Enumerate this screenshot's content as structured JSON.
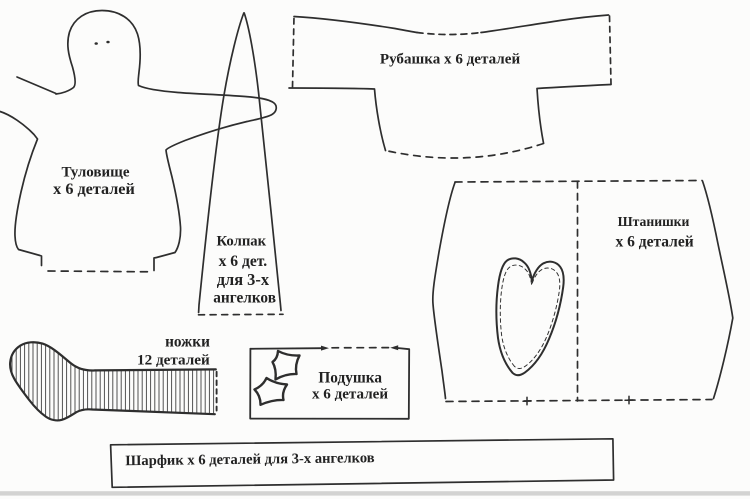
{
  "page": {
    "background": "#fcfcfb",
    "ink_color": "#2e2e2e",
    "description": "Sewing pattern sheet for fabric angel dolls (Tilda style), hand-drawn pieces with Russian labels"
  },
  "pieces": {
    "body": {
      "name": "doll-body",
      "label_line1": "Туловище",
      "label_line2": "х 6 деталей"
    },
    "cap": {
      "name": "cone-cap",
      "label_line1": "Колпак",
      "label_line2": "х 6 дет.",
      "label_line3": "для 3-х",
      "label_line4": "ангелков"
    },
    "shirt": {
      "name": "shirt",
      "label": "Рубашка х 6 деталей"
    },
    "pants": {
      "name": "pants",
      "label_line1": "Штанишки",
      "label_line2": "х 6 деталей"
    },
    "legs": {
      "name": "legs",
      "label_line1": "ножки",
      "label_line2": "12 деталей"
    },
    "pillow": {
      "name": "pillow",
      "label_line1": "Подушка",
      "label_line2": "х 6 деталей"
    },
    "scarf": {
      "name": "scarf",
      "label": "Шарфик х 6 деталей для 3-х ангелков"
    }
  }
}
